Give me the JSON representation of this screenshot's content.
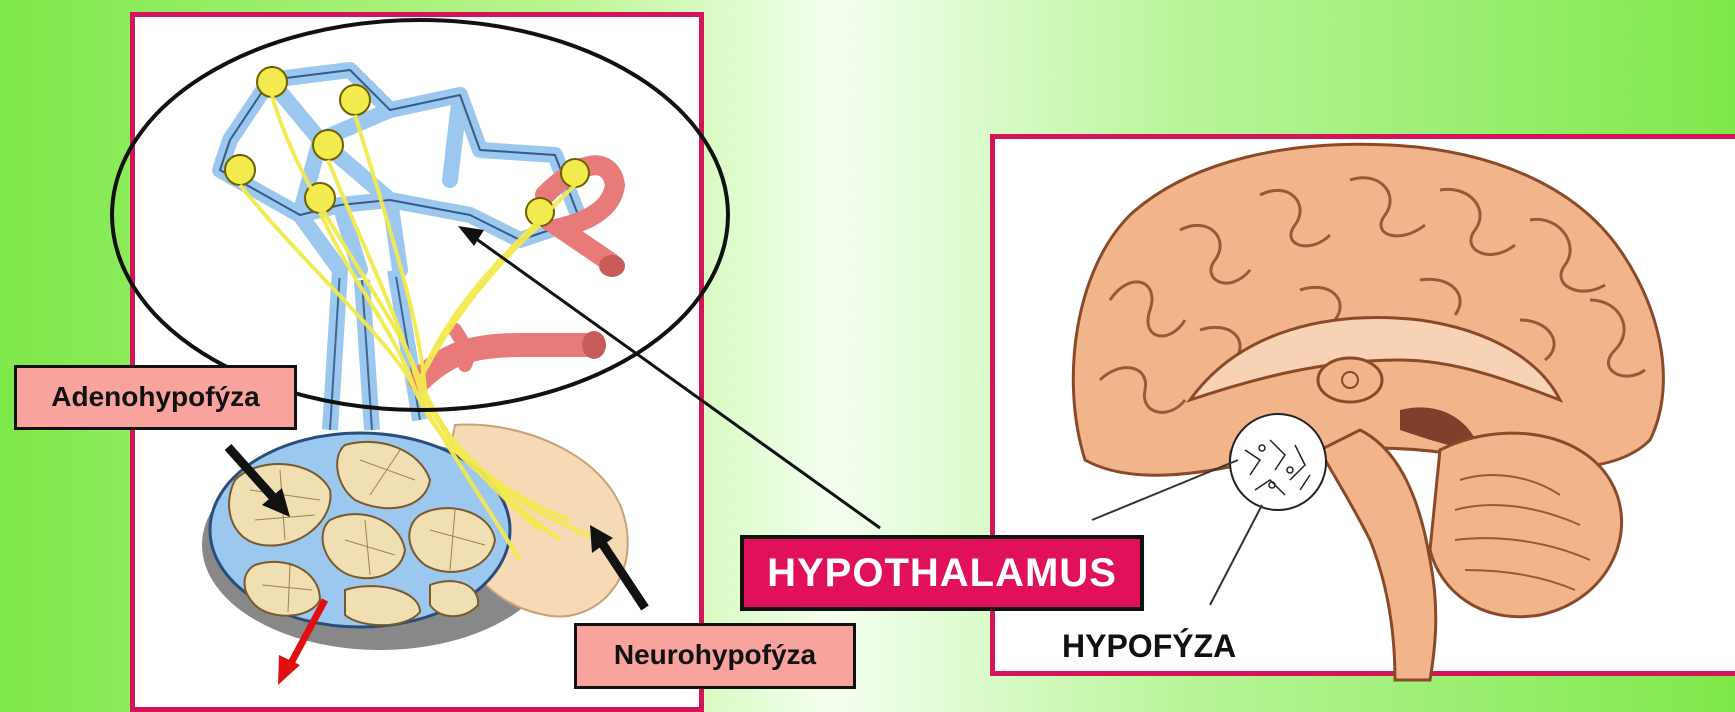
{
  "labels": {
    "adenohypofyza": "Adenohypofýza",
    "neurohypofyza": "Neurohypofýza",
    "hypothalamus": "HYPOTHALAMUS",
    "hypofyza": "HYPOFÝZA"
  },
  "colors": {
    "background_green": "#7ee84a",
    "panel_border": "#d4145a",
    "hypothalamus_box": "#e0105a",
    "label_box": "#f8a39d",
    "vessel_blue": "#9cc8f0",
    "artery_red": "#e97a7a",
    "neuron_yellow": "#f3ea4e",
    "brain_tan": "#f2b48a",
    "highlight_arrow": "#e01010"
  },
  "icons": [
    "pituitary-diagram-illustration",
    "brain-sagittal-illustration",
    "pointer-arrow"
  ]
}
